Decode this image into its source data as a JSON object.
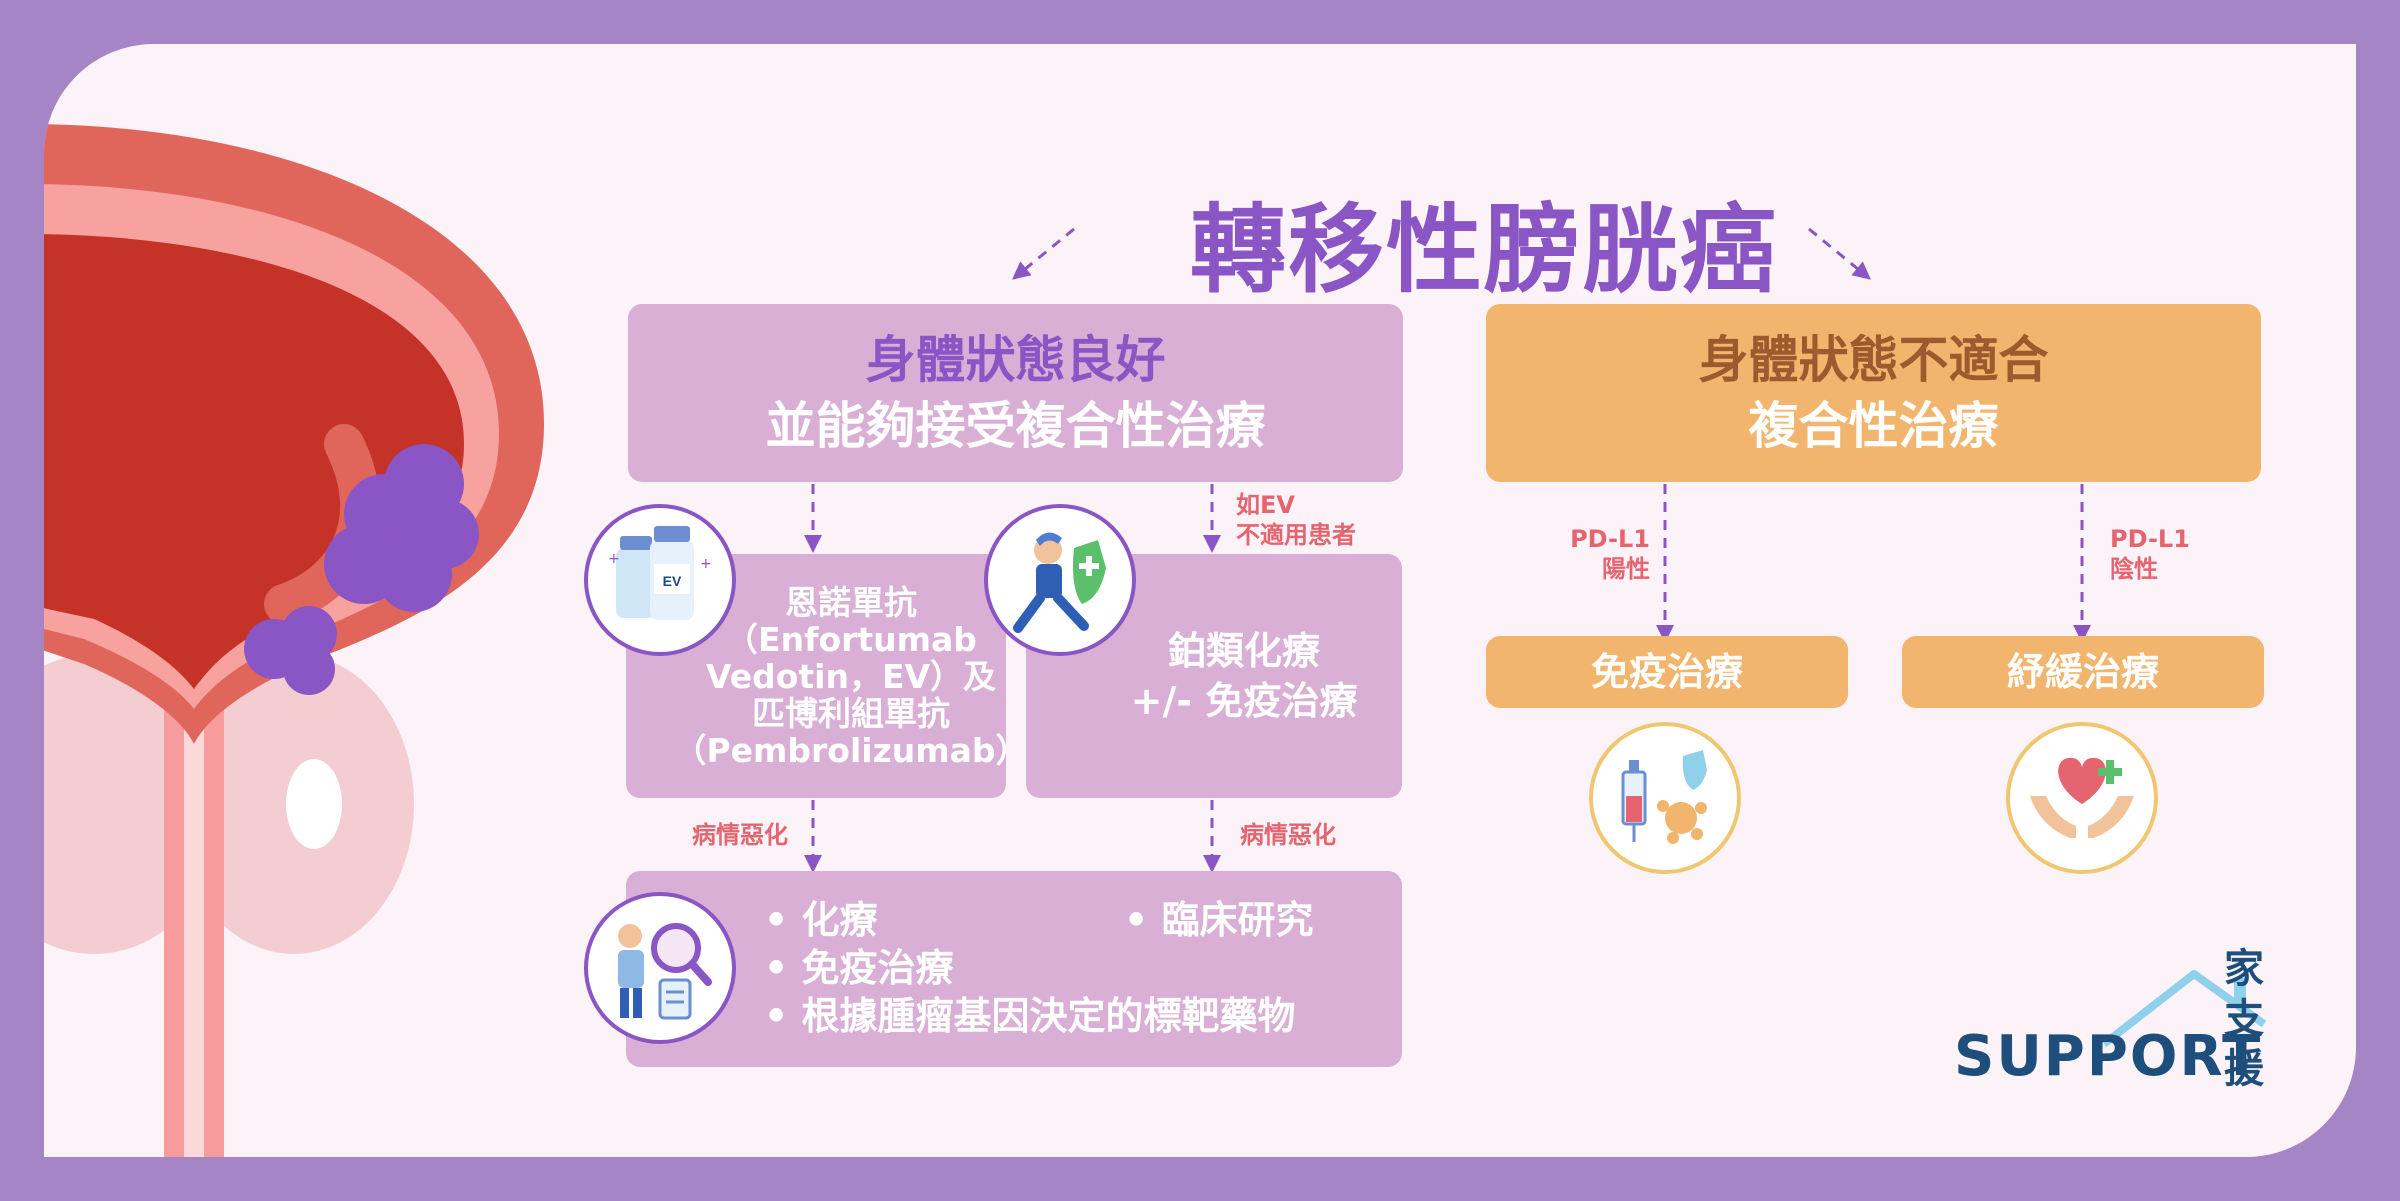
{
  "title": "轉移性膀胱癌",
  "left_header": {
    "line1": "身體狀態良好",
    "line2": "並能夠接受複合性治療"
  },
  "right_header": {
    "line1": "身體狀態不適合",
    "line2": "複合性治療"
  },
  "ev_box": {
    "lines": [
      "恩諾單抗",
      "（Enfortumab",
      "Vedotin，EV）及",
      "匹博利組單抗",
      "（Pembrolizumab）"
    ]
  },
  "ev_vial_label": "EV",
  "platinum_box": {
    "line1": "鉑類化療",
    "line2": "+/- 免疫治療"
  },
  "ev_unsuitable_label": {
    "line1": "如EV",
    "line2": "不適用患者"
  },
  "progression_label_left": "病情惡化",
  "progression_label_right": "病情惡化",
  "bottom_box": {
    "bullets_left": [
      "化療",
      "免疫治療",
      "根據腫瘤基因決定的標靶藥物"
    ],
    "bullets_right": [
      "臨床研究"
    ]
  },
  "pdl1_positive": {
    "line1": "PD-L1",
    "line2": "陽性"
  },
  "pdl1_negative": {
    "line1": "PD-L1",
    "line2": "陰性"
  },
  "immuno_box": "免疫治療",
  "palliative_box": "紓緩治療",
  "logo": {
    "word": "SUPPORT",
    "cn": [
      "家",
      "支",
      "援"
    ]
  },
  "colors": {
    "frame": "#a585c5",
    "background": "#fcf3f8",
    "title": "#8a55c4",
    "purple_box": "#d9afd5",
    "orange_box": "#f2b56e",
    "label_red": "#e4656f",
    "logo_blue": "#1d4e7c",
    "logo_house": "#8fd0ea"
  }
}
